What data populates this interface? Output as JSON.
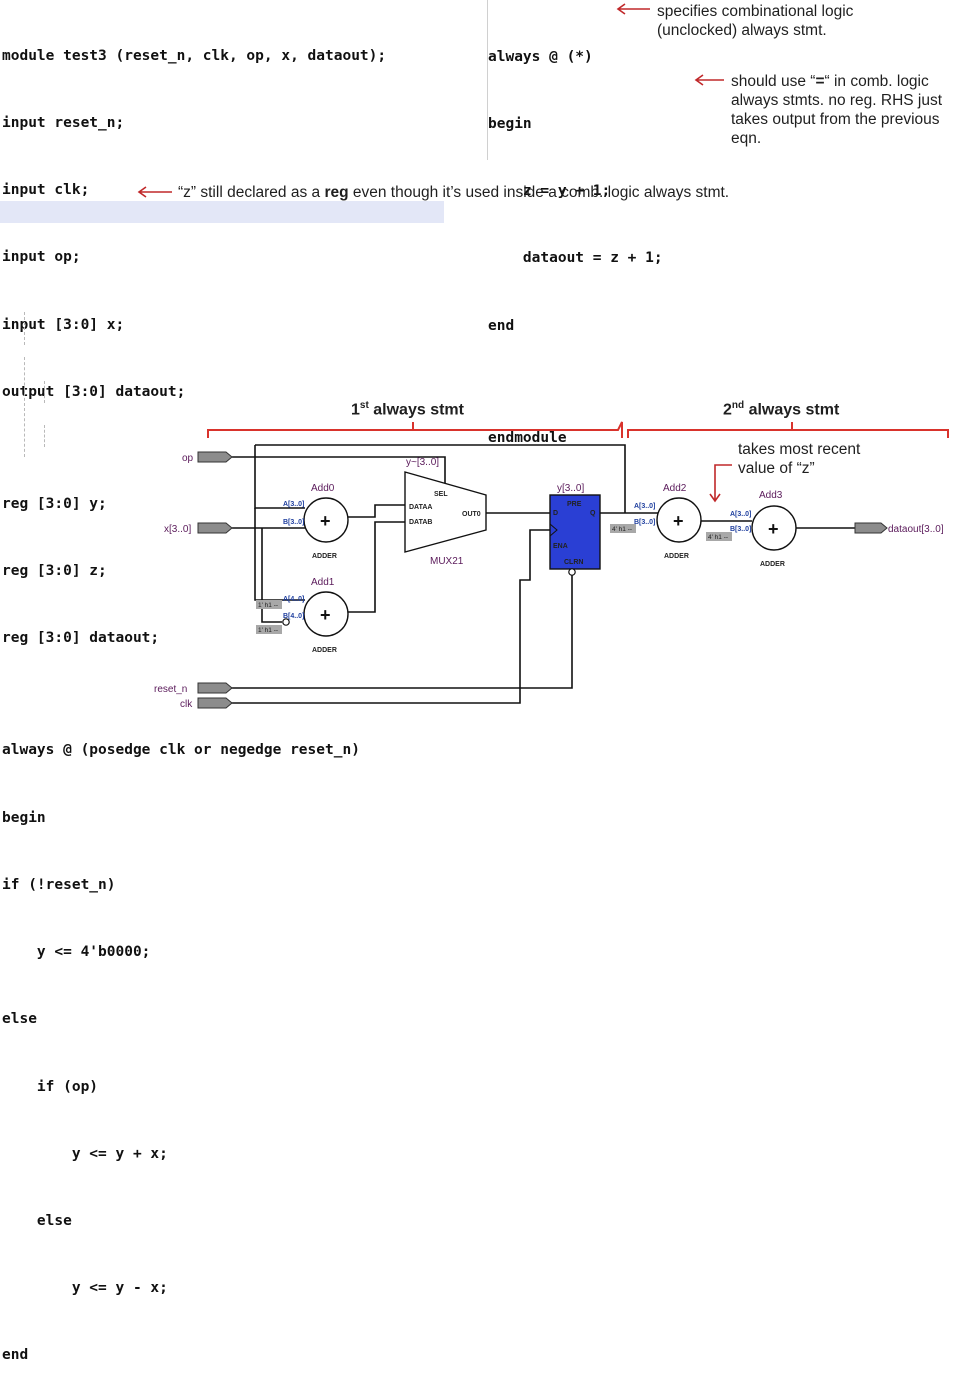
{
  "left_code": [
    "module test3 (reset_n, clk, op, x, dataout);",
    "input reset_n;",
    "input clk;",
    "input op;",
    "input [3:0] x;",
    "output [3:0] dataout;",
    "",
    "reg [3:0] y;",
    "reg [3:0] z;",
    "reg [3:0] dataout;",
    "",
    "always @ (posedge clk or negedge reset_n)",
    "begin",
    "if (!reset_n)",
    "    y <= 4'b0000;",
    "else",
    "    if (op)",
    "        y <= y + x;",
    "    else",
    "        y <= y - x;",
    "end"
  ],
  "right_code": [
    "always @ (*)",
    "begin",
    "    z = y + 1;",
    "    dataout = z + 1;",
    "end",
    "",
    "endmodule"
  ],
  "annotations": {
    "a1": "specifies combinational logic (unclocked) always stmt.",
    "a2_pre": "should use “",
    "a2_bold": "=",
    "a2_post": "“ in comb. logic always stmts.  no reg. RHS just takes output from the previous eqn.",
    "a3_pre": "“z” still declared as a ",
    "a3_bold": "reg",
    "a3_post": " even though it’s used inside a comb. logic always stmt.",
    "a4": "takes most recent value of “z”"
  },
  "sections": {
    "first_num": "1",
    "first_sup": "st",
    "first_rest": " always stmt",
    "second_num": "2",
    "second_sup": "nd",
    "second_rest": " always stmt"
  },
  "schematic": {
    "ports": {
      "op": "op",
      "x": "x[3..0]",
      "reset_n": "reset_n",
      "clk": "clk",
      "dataout": "dataout[3..0]"
    },
    "add0": {
      "name": "Add0",
      "a": "A[3..0]",
      "b": "B[3..0]",
      "type": "ADDER",
      "op": "+"
    },
    "add1": {
      "name": "Add1",
      "a": "A[4..0]",
      "b": "B[4..0]",
      "type": "ADDER",
      "op": "+",
      "k1": "1' h1 --",
      "k2": "1' h1 --"
    },
    "add2": {
      "name": "Add2",
      "a": "A[3..0]",
      "b": "B[3..0]",
      "type": "ADDER",
      "op": "+",
      "k": "4' h1 --"
    },
    "add3": {
      "name": "Add3",
      "a": "A[3..0]",
      "b": "B[3..0]",
      "type": "ADDER",
      "op": "+",
      "k": "4' h1 --"
    },
    "mux": {
      "name": "MUX21",
      "sel": "SEL",
      "dataa": "DATAA",
      "datab": "DATAB",
      "out": "OUT0",
      "net": "y~[3..0]"
    },
    "reg": {
      "name": "y[3..0]",
      "pre": "PRE",
      "d": "D",
      "q": "Q",
      "ena": "ENA",
      "clrn": "CLRN"
    }
  },
  "colors": {
    "highlight": "#e3e7f7",
    "bracket": "#d9332c",
    "arrow": "#c0282a",
    "register": "#2a3fd4",
    "wire": "#111111",
    "port_fill": "#8c8c8c"
  }
}
